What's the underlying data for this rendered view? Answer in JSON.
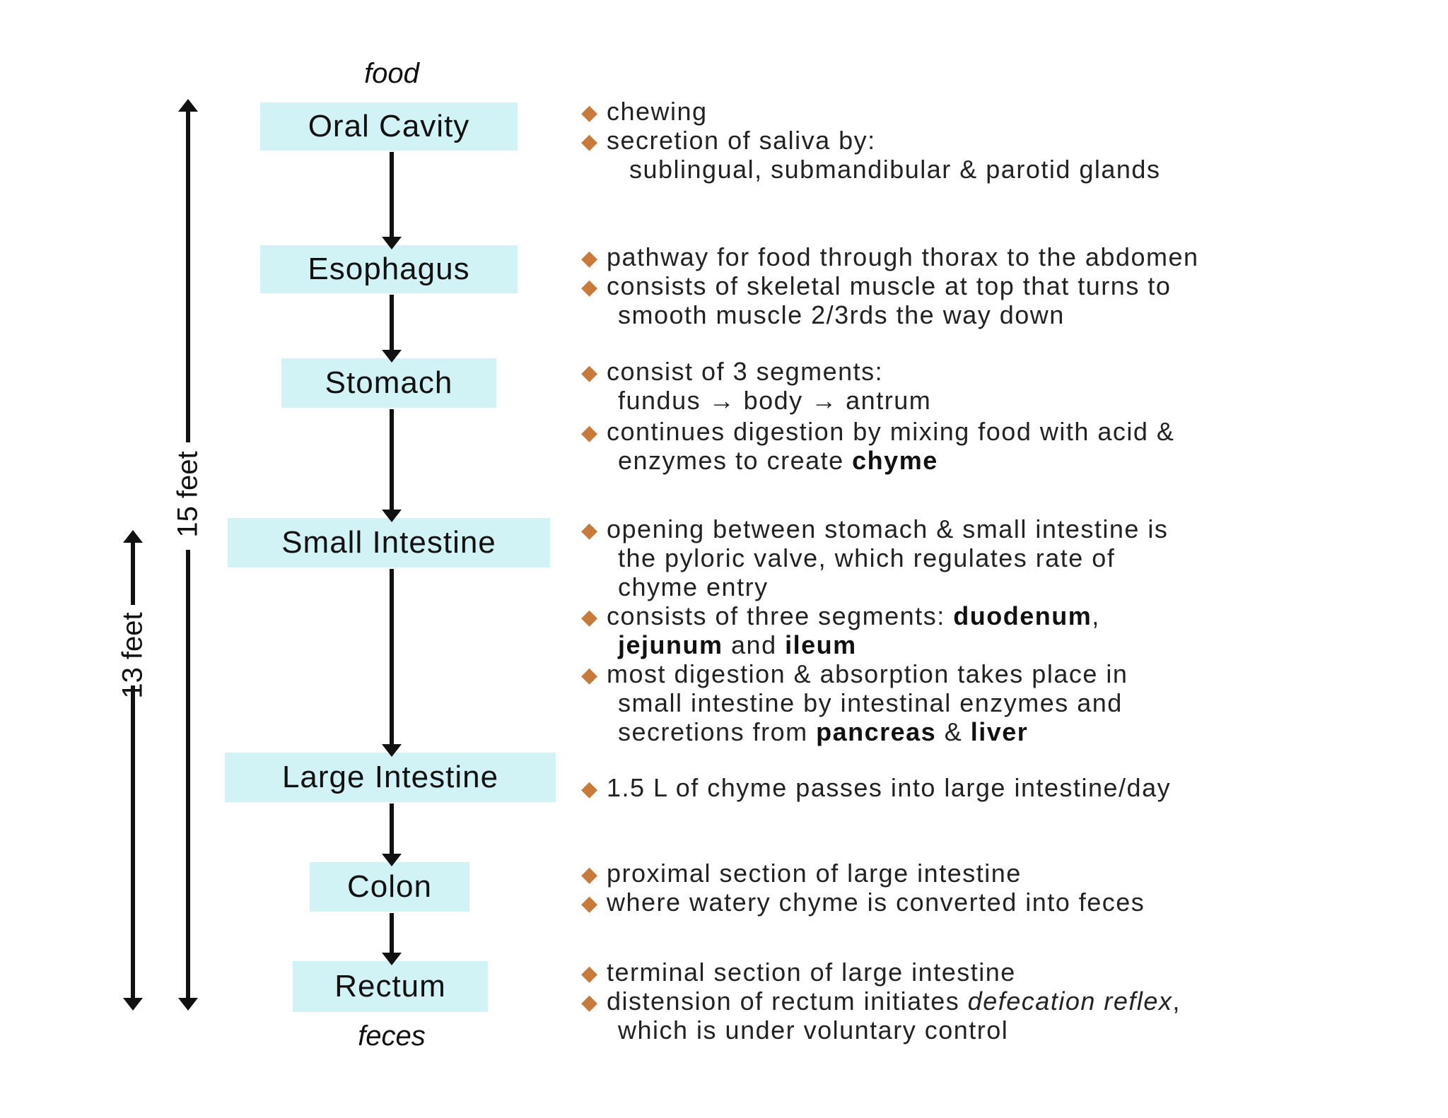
{
  "diagram": {
    "start_label": "food",
    "end_label": "feces",
    "length_total": "15 feet",
    "length_small_intestine": "13 feet",
    "organs": [
      {
        "name": "Oral Cavity"
      },
      {
        "name": "Esophagus"
      },
      {
        "name": "Stomach"
      },
      {
        "name": "Small Intestine"
      },
      {
        "name": "Large Intestine"
      },
      {
        "name": "Colon"
      },
      {
        "name": "Rectum"
      }
    ]
  },
  "notes": {
    "oral": {
      "b1": "chewing",
      "b2": "secretion of saliva by:",
      "b2c": "sublingual, submandibular & parotid glands"
    },
    "esophagus": {
      "b1": "pathway for food through thorax to the abdomen",
      "b2": "consists of skeletal muscle at top that turns to",
      "b2c": "smooth muscle 2/3rds the way down"
    },
    "stomach": {
      "b1": "consist of 3 segments:",
      "b1c": "fundus → body → antrum",
      "b2": "continues digestion by mixing food with acid &",
      "b2c": "enzymes to create",
      "b2c_bold": "chyme"
    },
    "small": {
      "b1": "opening between stomach & small intestine is",
      "b1c1": "the pyloric valve, which regulates rate of",
      "b1c2": "chyme entry",
      "b2": "consists of three segments:",
      "b2_bold1": "duodenum",
      "b2_comma": ",",
      "b2c_bold2": "jejunum",
      "b2c_and": "and",
      "b2c_bold3": "ileum",
      "b3": "most digestion & absorption takes place in",
      "b3c1": "small intestine by intestinal enzymes and",
      "b3c2": "secretions from",
      "b3c2_bold1": "pancreas",
      "b3c2_amp": "&",
      "b3c2_bold2": "liver"
    },
    "large": {
      "b1": "1.5 L of chyme passes into large intestine/day"
    },
    "colon": {
      "b1": "proximal section of large intestine",
      "b2": "where watery chyme is converted into feces"
    },
    "rectum": {
      "b1": "terminal section of large intestine",
      "b2": "distension of rectum initiates",
      "b2_italic": "defecation reflex",
      "b2_comma": ",",
      "b2c": "which is under voluntary control"
    }
  },
  "colors": {
    "box_fill": "#d2f3f5",
    "bullet": "#c77a3a",
    "arrows": "#111111"
  }
}
